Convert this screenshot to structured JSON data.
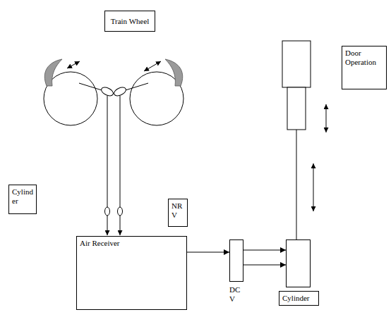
{
  "diagram": {
    "nodes": [
      {
        "text": [
          "Train Wheel"
        ]
      },
      {
        "text": [
          "Cylinder"
        ]
      },
      {
        "text": [
          "NRV"
        ]
      },
      {
        "text": [
          "Air Receiver"
        ]
      },
      {
        "text": [
          "DCV"
        ]
      },
      {
        "text": [
          "Cylinder"
        ]
      },
      {
        "text": [
          "Door Operation"
        ]
      }
    ],
    "edges": [
      {
        "from": 3,
        "to": 4,
        "arrow": "to"
      },
      {
        "from": 4,
        "to": 5,
        "arrow": "to"
      },
      {
        "from": 4,
        "to": 5,
        "arrow": "to"
      }
    ]
  }
}
